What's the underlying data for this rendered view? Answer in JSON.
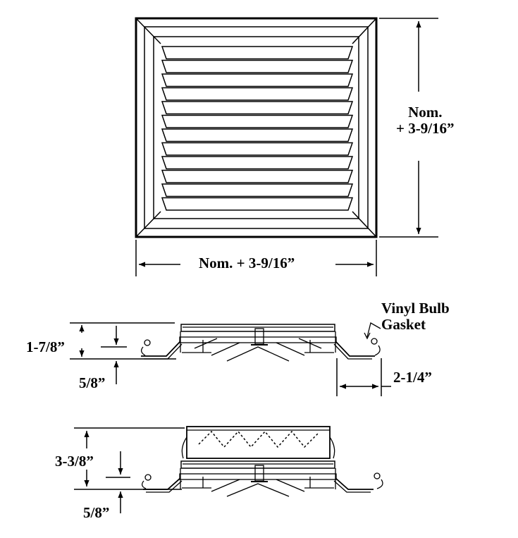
{
  "front_view": {
    "height_label_line1": "Nom.",
    "height_label_line2": "+ 3-9/16”",
    "width_label": "Nom. + 3-9/16”",
    "louver_count": 12
  },
  "section_view_1": {
    "height_label": "1-7/8”",
    "offset_label": "5/8”",
    "gasket_label_line1": "Vinyl Bulb",
    "gasket_label_line2": "Gasket",
    "flange_label": "2-1/4”"
  },
  "section_view_2": {
    "height_label": "3-3/8”",
    "offset_label": "5/8”"
  },
  "colors": {
    "ink": "#000000",
    "paper": "#ffffff"
  }
}
